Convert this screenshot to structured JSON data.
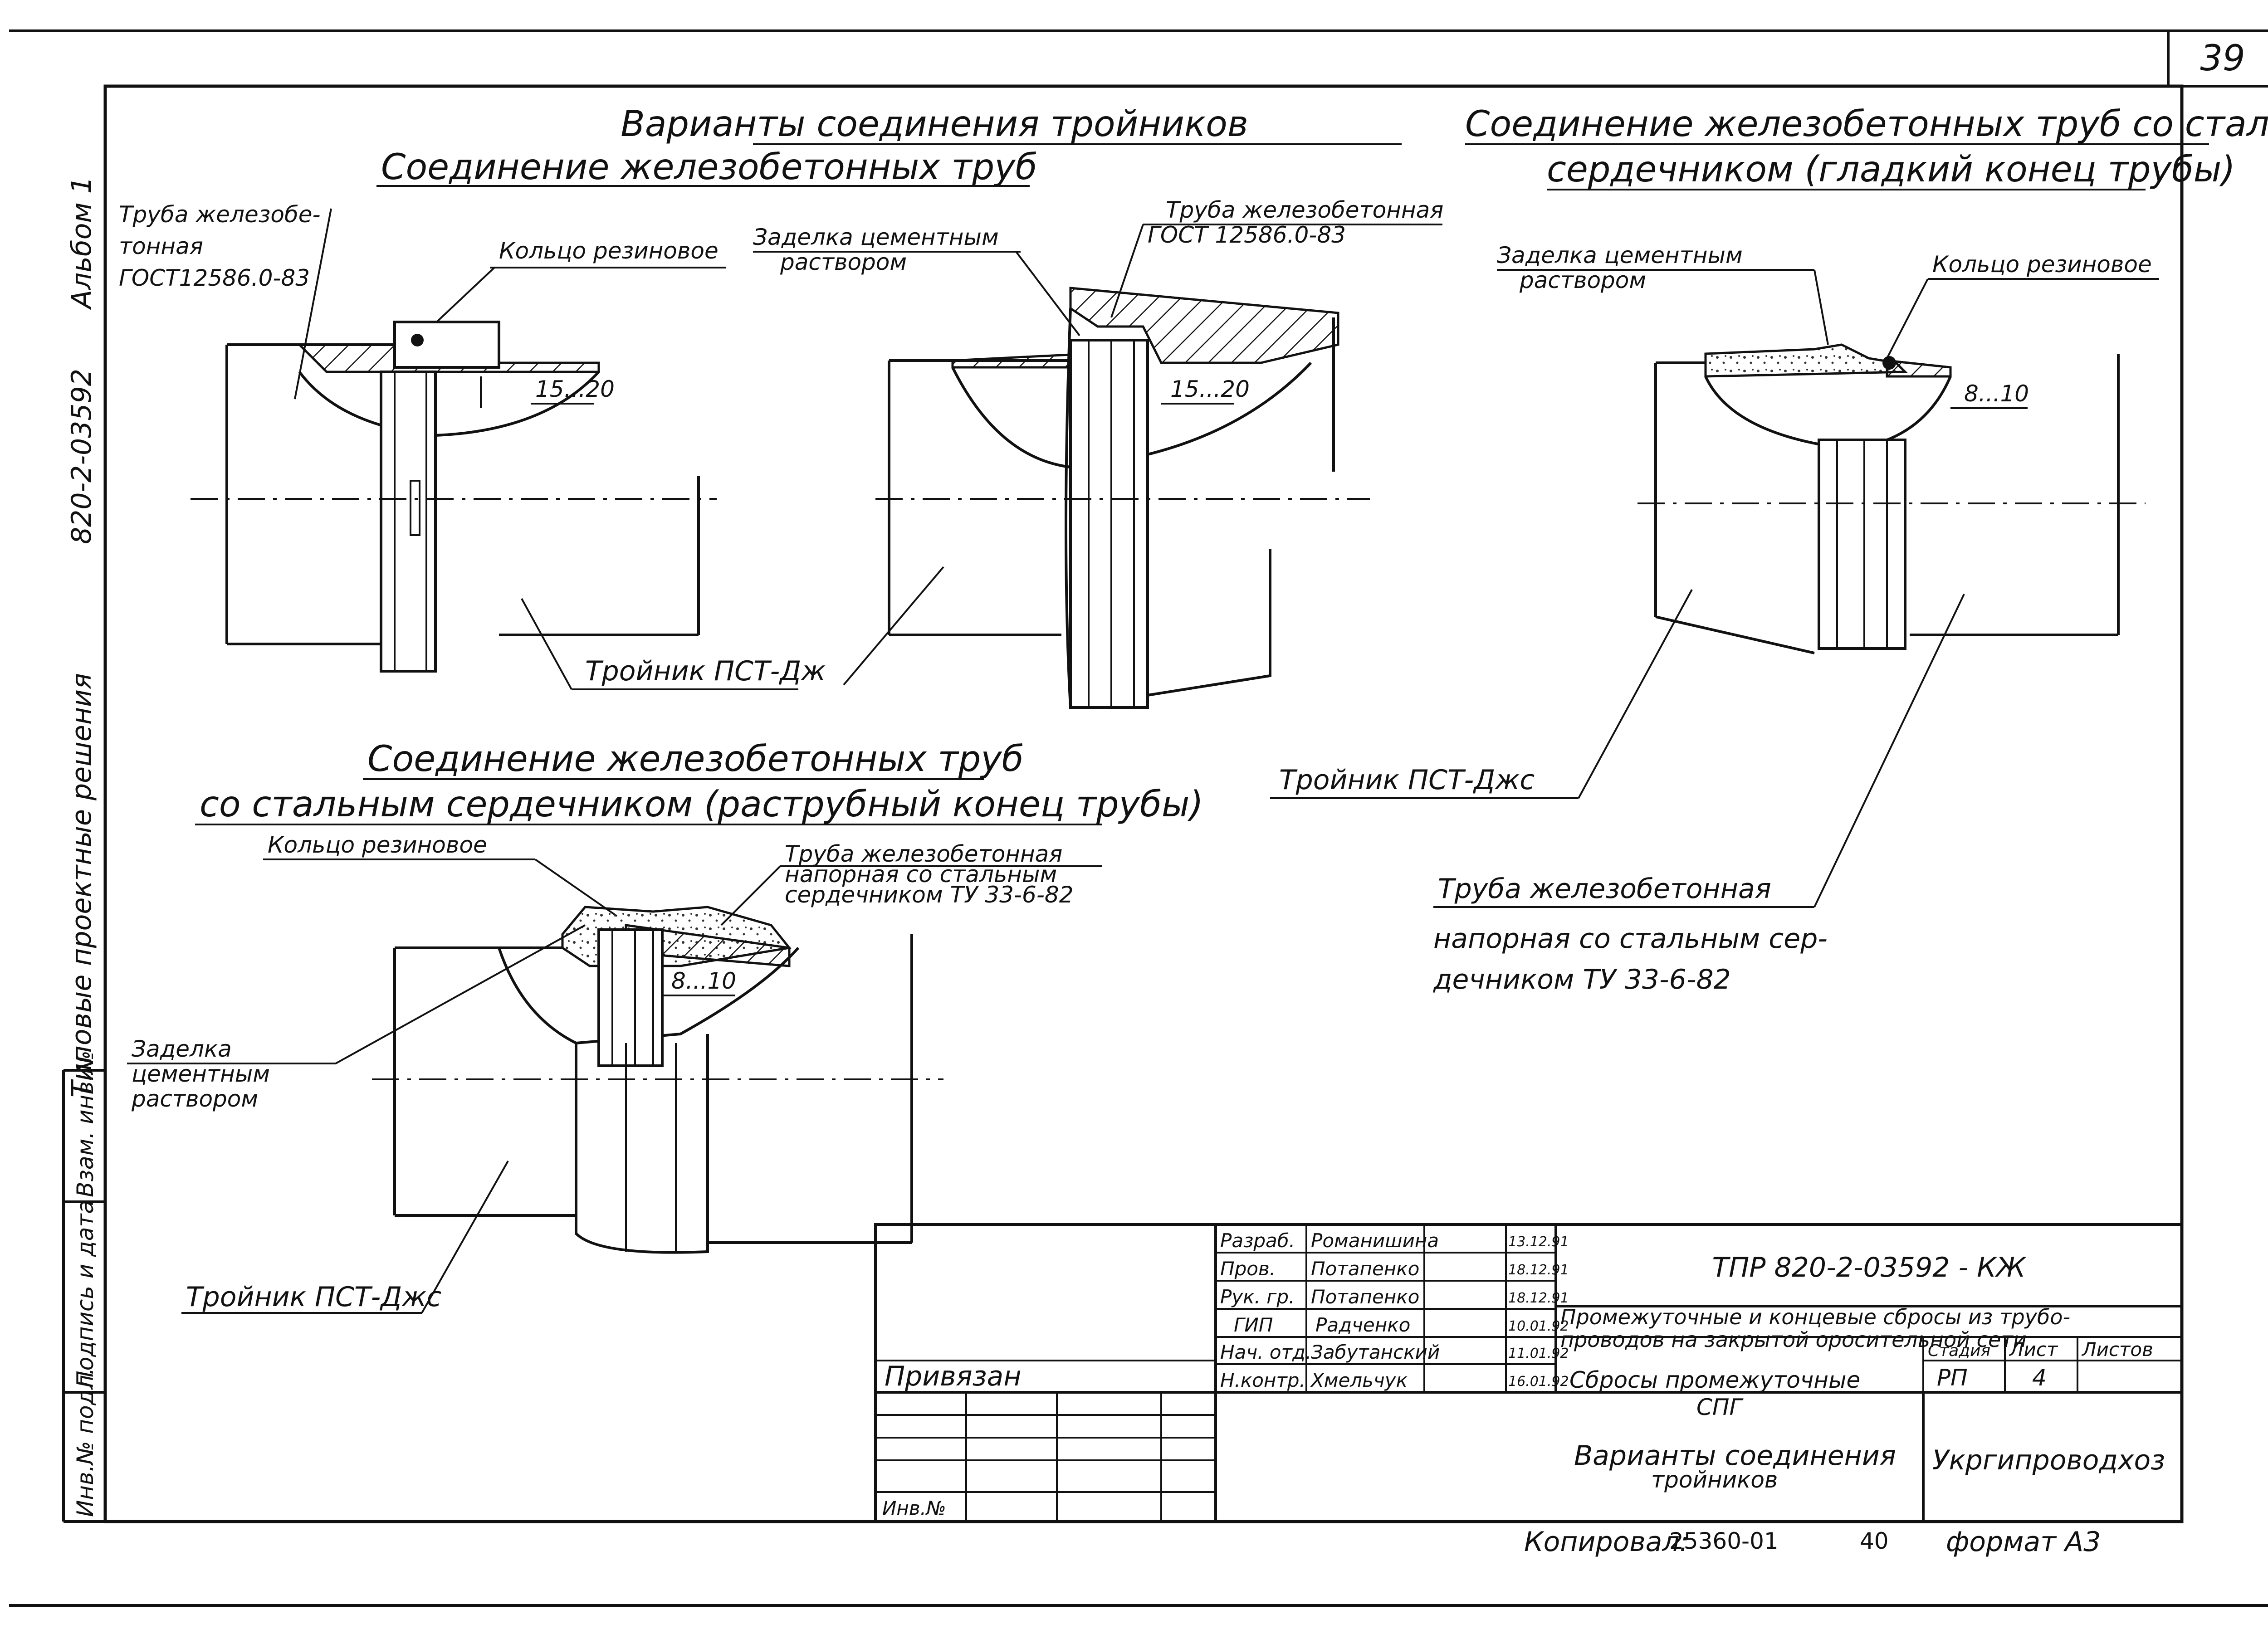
{
  "page_number": "39",
  "main_title": "Варианты соединения тройников",
  "side": {
    "album": "Альбом 1",
    "code": "820-2-03592",
    "series": "Типовые проектные решения",
    "stamp_1": "Взам. инв.№",
    "stamp_2": "Подпись и дата",
    "stamp_3": "Инв.№ подл."
  },
  "section_a": {
    "title": "Соединение железобетонных труб",
    "pipe_label_1": "Труба железобе-",
    "pipe_label_2": "тонная",
    "pipe_label_3": "ГОСТ12586.0-83",
    "ring": "Кольцо резиновое",
    "dim": "15...20",
    "tee": "Тройник ПСТ-Дж"
  },
  "section_b": {
    "sealing_1": "Заделка цементным",
    "sealing_2": "раствором",
    "pipe_1": "Труба железобетонная",
    "pipe_2": "ГОСТ 12586.0-83",
    "dim": "15...20"
  },
  "section_c": {
    "title_1": "Соединение железобетонных труб со стальным",
    "title_2": "сердечником (гладкий конец трубы)",
    "sealing_1": "Заделка цементным",
    "sealing_2": "раствором",
    "ring": "Кольцо резиновое",
    "dim": "8...10",
    "tee": "Тройник ПСТ-Джс",
    "pipe_1": "Труба железобетонная",
    "pipe_2": "напорная со стальным сер-",
    "pipe_3": "дечником ТУ 33-6-82"
  },
  "section_d": {
    "title_1": "Соединение железобетонных труб",
    "title_2": "со стальным сердечником (раструбный конец трубы)",
    "ring": "Кольцо резиновое",
    "pipe_1": "Труба железобетонная",
    "pipe_2": "напорная со стальным",
    "pipe_3": "сердечником ТУ 33-6-82",
    "dim": "8...10",
    "sealing_1": "Заделка",
    "sealing_2": "цементным",
    "sealing_3": "раствором",
    "tee": "Тройник ПСТ-Джс"
  },
  "title_block": {
    "roles": [
      "Разраб.",
      "Пров.",
      "Рук. гр.",
      "ГИП",
      "Нач. отд.",
      "Н.контр."
    ],
    "names": [
      "Романишина",
      "Потапенко",
      "Потапенко",
      "Радченко",
      "Забутанский",
      "Хмельчук"
    ],
    "dates": [
      "13.12.91",
      "18.12.91",
      "18.12.91",
      "10.01.92",
      "11.01.92",
      "16.01.92"
    ],
    "doc_code": "ТПР 820-2-03592 - КЖ",
    "project_1": "Промежуточные и концевые сбросы из трубо-",
    "project_2": "проводов на закрытой оросительной сети",
    "sheet_title_1": "Сбросы промежуточные",
    "sheet_title_2": "СПГ",
    "drawing_1": "Варианты соединения",
    "drawing_2": "тройников",
    "stage_h": "Стадия",
    "sheet_h": "Лист",
    "sheets_h": "Листов",
    "stage": "РП",
    "sheet": "4",
    "org": "Укргипроводхоз",
    "bound": "Привязан",
    "inv": "Инв.№"
  },
  "footer": {
    "copied": "Копировал:",
    "order": "25360-01",
    "num": "40",
    "format": "формат А3"
  }
}
